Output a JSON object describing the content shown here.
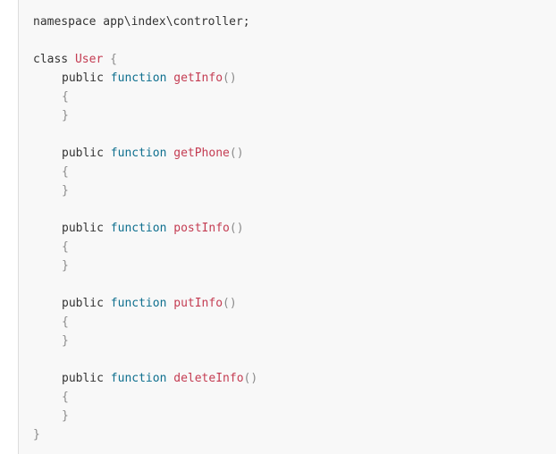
{
  "code": {
    "namespace_line": "namespace app\\index\\controller;",
    "class_keyword": "class",
    "class_name": "User",
    "class_open": "{",
    "class_close": "}",
    "method_modifier": "public",
    "function_keyword": "function",
    "paren": "()",
    "brace_open": "{",
    "brace_close": "}",
    "methods": [
      {
        "name": "getInfo"
      },
      {
        "name": "getPhone"
      },
      {
        "name": "postInfo"
      },
      {
        "name": "putInfo"
      },
      {
        "name": "deleteInfo"
      }
    ]
  }
}
